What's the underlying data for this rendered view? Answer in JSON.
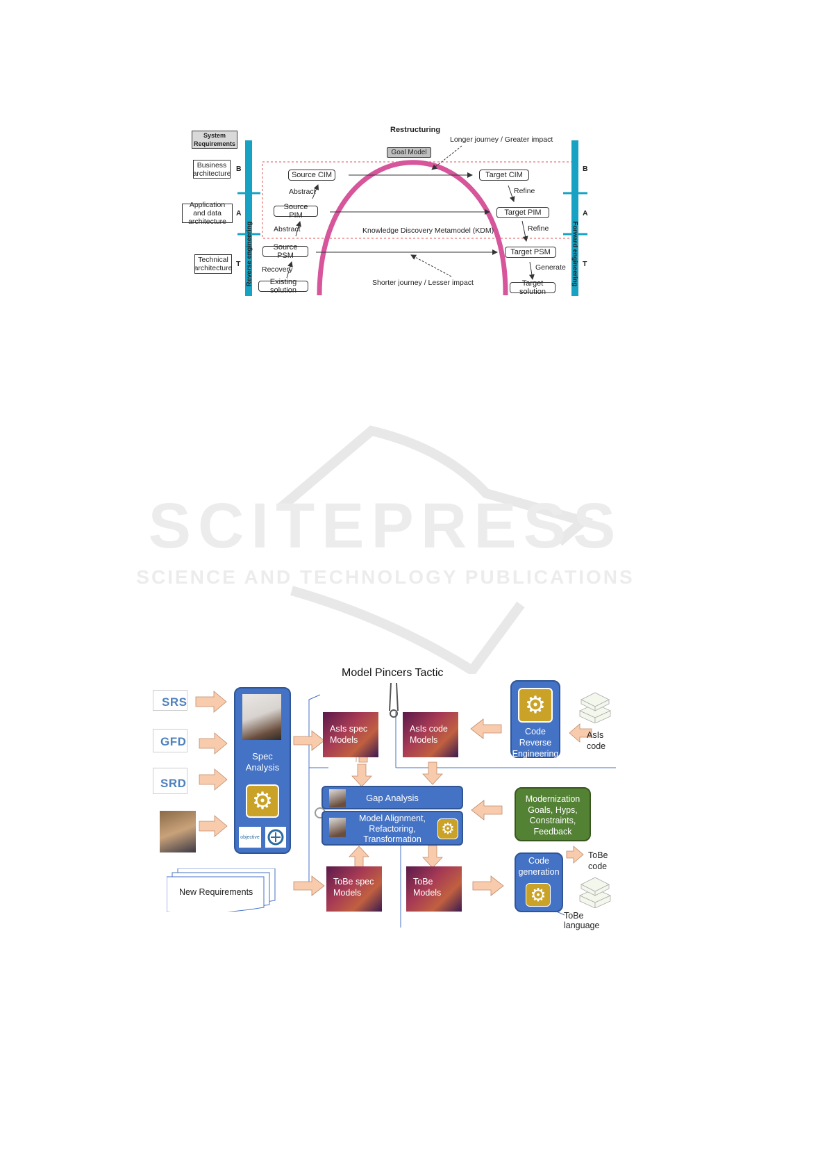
{
  "figure1": {
    "top_title": "Restructuring",
    "system_requirements": "System Requirements",
    "goal_model": "Goal Model",
    "longer_journey": "Longer journey / Greater impact",
    "shorter_journey": "Shorter journey / Lesser impact",
    "kdm": "Knowledge Discovery Metamodel (KDM)",
    "reverse_engineering": "Reverse engineering",
    "forward_engineering": "Forward engineering",
    "left_layers": [
      {
        "name": "Business architecture",
        "letter": "B"
      },
      {
        "name": "Application and data architecture",
        "letter": "A"
      },
      {
        "name": "Technical architecture",
        "letter": "T"
      }
    ],
    "right_letters": [
      "B",
      "A",
      "T"
    ],
    "source": {
      "cim": "Source CIM",
      "pim": "Source PIM",
      "psm": "Source PSM",
      "existing": "Existing solution"
    },
    "target": {
      "cim": "Target CIM",
      "pim": "Target PIM",
      "psm": "Target PSM",
      "solution": "Target solution"
    },
    "arrows_left": {
      "abstract1": "Abstract",
      "abstract2": "Abstract",
      "recovery": "Recovery"
    },
    "arrows_right": {
      "refine1": "Refine",
      "refine2": "Refine",
      "generate": "Generate"
    }
  },
  "watermark": {
    "main": "SCITEPRESS",
    "sub": "SCIENCE AND TECHNOLOGY PUBLICATIONS"
  },
  "figure2": {
    "title": "Model Pincers Tactic",
    "docs": [
      "SRS",
      "GFD",
      "SRD"
    ],
    "spec_analysis": "Spec Analysis",
    "asis_spec": "AsIs spec Models",
    "asis_code": "AsIs code Models",
    "code_reverse": "Code Reverse Engineering",
    "asis_code_label": "AsIs code",
    "gap_analysis": "Gap Analysis",
    "model_align": "Model Alignment, Refactoring, Transformation",
    "modernization": "Modernization Goals, Hyps, Constraints, Feedback",
    "new_requirements": "New Requirements",
    "tobe_spec": "ToBe spec Models",
    "tobe_models": "ToBe Models",
    "code_generation": "Code generation",
    "tobe_code": "ToBe code",
    "tobe_language": "ToBe language",
    "logo_text": "objective",
    "colors": {
      "blue": "#4472c4",
      "green": "#548235",
      "gold": "#c9a227",
      "arrow": "#f8cbad",
      "pink": "#d6559b",
      "teal": "#17a2c3"
    }
  }
}
